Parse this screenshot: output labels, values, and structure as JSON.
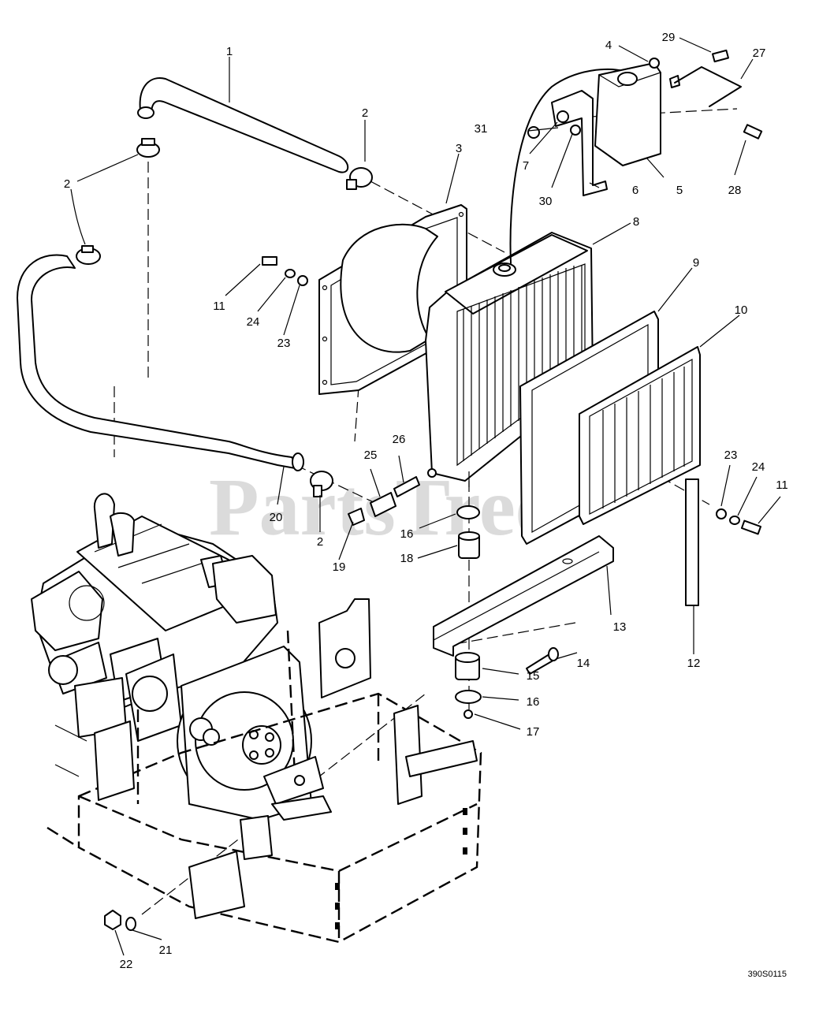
{
  "watermark": "PartsTree",
  "drawing_ref": "390S0115",
  "callouts": {
    "c1": "1",
    "c2a": "2",
    "c2b": "2",
    "c2c": "2",
    "c3": "3",
    "c4": "4",
    "c5": "5",
    "c6": "6",
    "c7": "7",
    "c8": "8",
    "c9": "9",
    "c10": "10",
    "c11a": "11",
    "c11b": "11",
    "c12": "12",
    "c13": "13",
    "c14": "14",
    "c15": "15",
    "c16a": "16",
    "c16b": "16",
    "c17": "17",
    "c18": "18",
    "c19": "19",
    "c20": "20",
    "c21": "21",
    "c22": "22",
    "c23a": "23",
    "c23b": "23",
    "c24a": "24",
    "c24b": "24",
    "c25": "25",
    "c26": "26",
    "c27": "27",
    "c28": "28",
    "c29": "29",
    "c30": "30",
    "c31": "31"
  }
}
